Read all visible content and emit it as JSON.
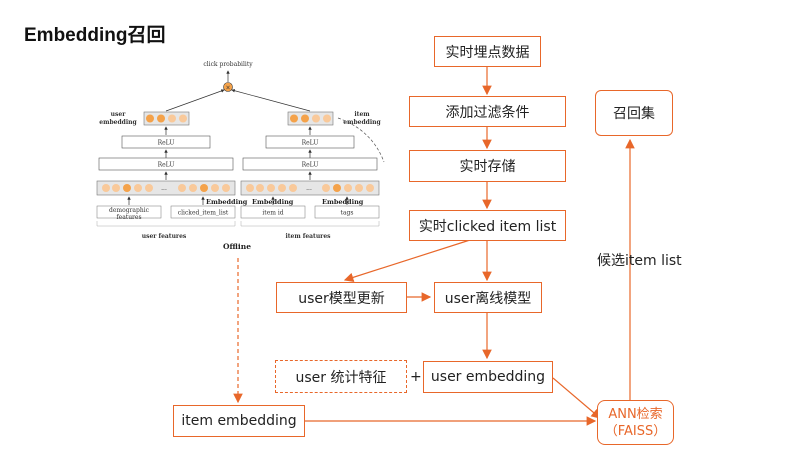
{
  "title": "Embedding召回",
  "nodes": {
    "realtime_tracking": "实时埋点数据",
    "add_filter": "添加过滤条件",
    "realtime_storage": "实时存储",
    "realtime_clicked": "实时clicked item list",
    "user_model_update": "user模型更新",
    "user_offline_model": "user离线模型",
    "user_stat_features": "user 统计特征",
    "user_embedding": "user embedding",
    "item_embedding": "item embedding",
    "ann_line1": "ANN检索",
    "ann_line2": "（FAISS）",
    "recall_set": "召回集"
  },
  "plus_sign": "+",
  "candidate_label": "候选item list",
  "nn_figure": {
    "click_probability": "click probability",
    "user_embedding_l1": "user",
    "user_embedding_l2": "embedding",
    "item_embedding_l1": "item",
    "item_embedding_l2": "embedding",
    "relu": "ReLU",
    "ellipsis": "...",
    "embedding_tag": "Embedding",
    "demographic_l1": "demographic",
    "demographic_l2": "features",
    "clicked_item_list": "clicked_item_list",
    "item_id": "item id",
    "tags": "tags",
    "user_features": "user features",
    "item_features": "item features",
    "offline": "Offline"
  },
  "colors": {
    "accent": "#e8672a",
    "node_orange": "#f4a24a",
    "node_light": "#f9c99a"
  }
}
